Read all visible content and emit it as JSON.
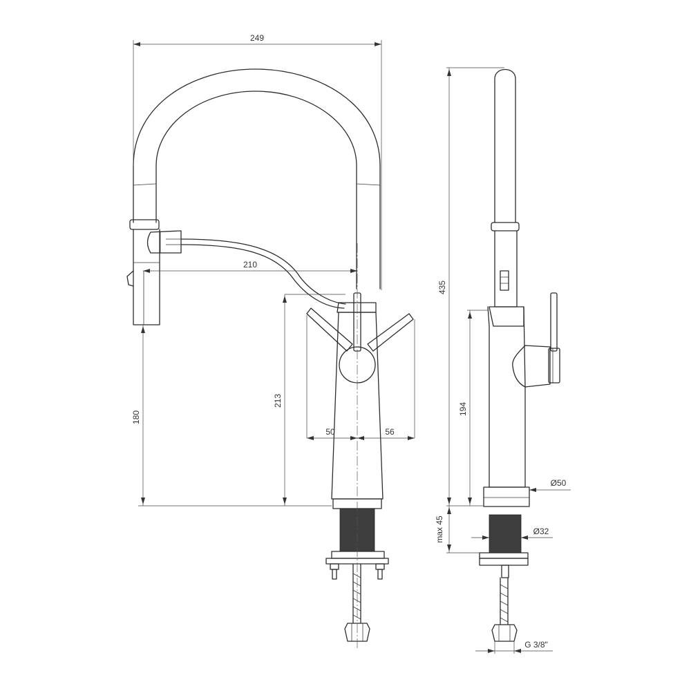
{
  "dimensions": {
    "overall_width": "249",
    "spout_reach": "210",
    "spout_height": "180",
    "body_height": "213",
    "lever_left": "50",
    "lever_right": "56",
    "overall_height": "435",
    "side_height": "194",
    "base_diameter": "Ø50",
    "max_thickness": "max 45",
    "thread_diameter": "Ø32",
    "connection": "G 3/8\""
  }
}
